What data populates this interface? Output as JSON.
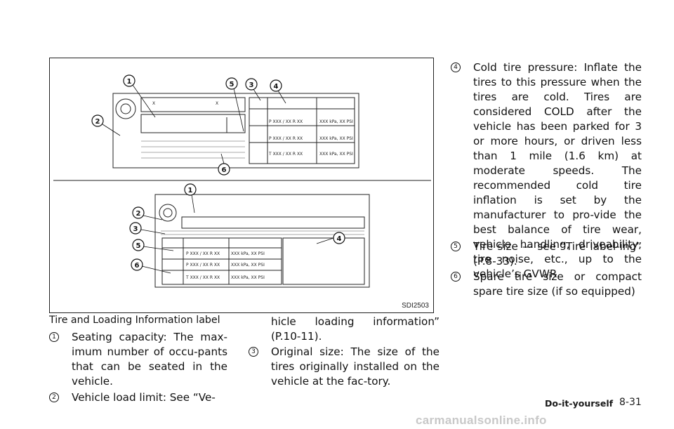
{
  "figure": {
    "code": "SDI2503"
  },
  "caption": "Tire and Loading Information label",
  "col1": [
    {
      "num": "1",
      "text": "Seating capacity: The max-imum number of occu-pants that can be seated in the vehicle."
    },
    {
      "num": "2",
      "text": "Vehicle load limit: See “Ve-"
    }
  ],
  "col2": {
    "continued": "hicle loading information” (P.10-11).",
    "items": [
      {
        "num": "3",
        "text": "Original size: The size of the tires originally installed on the vehicle at the fac-tory."
      }
    ]
  },
  "col3": [
    {
      "num": "4",
      "text": "Cold tire pressure: Inflate the tires to this pressure when the tires are cold. Tires are considered COLD after the vehicle has been parked for 3 or more hours, or driven less than 1 mile (1.6 km) at moderate speeds. The recommended cold tire inflation is set by the manufacturer to pro-vide the best balance of tire wear, vehicle handling, driveability, tire noise, etc., up to the vehicle’s GVWR."
    },
    {
      "num": "5",
      "text": "Tire size — see “Tire label-ing” (P.8-33)."
    },
    {
      "num": "6",
      "text": "Spare tire size or compact spare tire size (if so equipped)"
    }
  ],
  "footer": {
    "section": "Do-it-yourself",
    "page": "8-31"
  },
  "watermark": "carmanualsonline.info"
}
